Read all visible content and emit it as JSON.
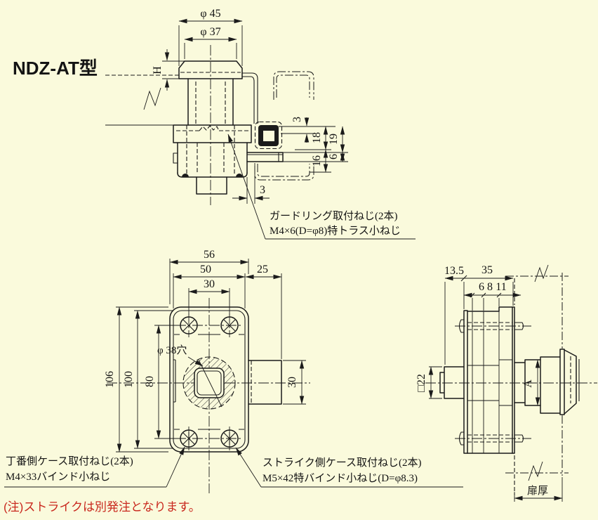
{
  "colors": {
    "background": "#fafadc",
    "line": "#1b1b1b",
    "note": "#c9281e"
  },
  "title": "NDZ-AT型",
  "note": "(注)ストライクは別発注となります。",
  "top_view": {
    "dim_phi45": "φ 45",
    "dim_phi37": "φ 37",
    "dim_H": "H",
    "dim_3_upper": "3",
    "dim_18": "18",
    "dim_19": "19",
    "dim_16": "16",
    "dim_6": "6",
    "dim_3_lower": "3",
    "callout_line1": "ガードリング取付ねじ(2本)",
    "callout_line2": "M4×6(D=φ8)特トラス小ねじ"
  },
  "front_view": {
    "dim_56": "56",
    "dim_50": "50",
    "dim_30": "30",
    "dim_25": "25",
    "dim_106": "106",
    "dim_100": "100",
    "dim_80": "80",
    "dim_bolt_30": "30",
    "label_hole": "φ 38穴",
    "callout_hinge_line1": "丁番側ケース取付ねじ(2本)",
    "callout_hinge_line2": "M4×33バインド小ねじ",
    "callout_strike_line1": "ストライク側ケース取付ねじ(2本)",
    "callout_strike_line2": "M5×42特バインド小ねじ(D=φ8.3)"
  },
  "side_view": {
    "dim_13_5": "13.5",
    "dim_35": "35",
    "dim_6": "6",
    "dim_8": "8",
    "dim_11": "11",
    "dim_sq22": "□22",
    "dim_A": "A",
    "dim_door": "扉厚"
  }
}
